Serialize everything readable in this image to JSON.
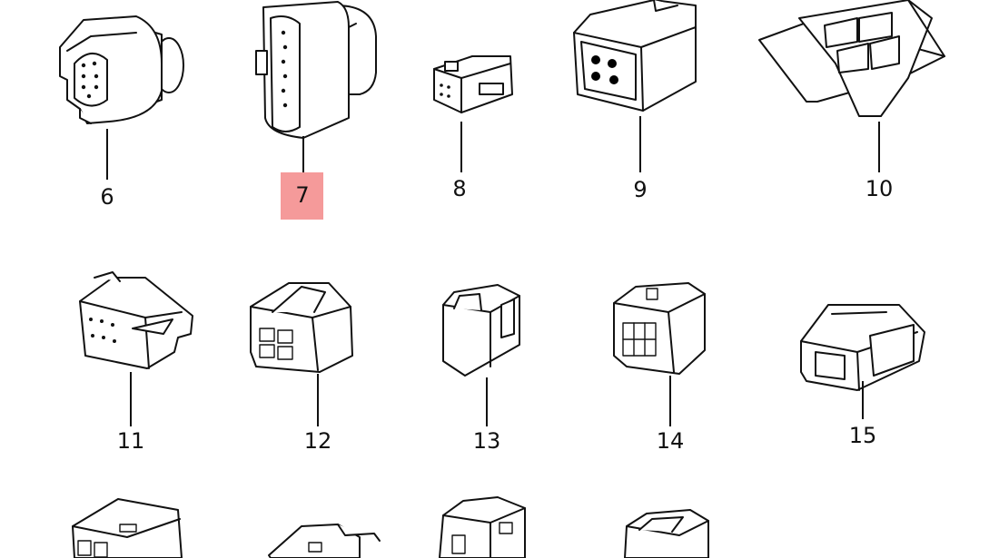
{
  "diagram": {
    "highlight_color": "#f59a9a",
    "highlighted_label": "7",
    "parts": [
      {
        "id": "6",
        "label": "6"
      },
      {
        "id": "7",
        "label": "7"
      },
      {
        "id": "8",
        "label": "8"
      },
      {
        "id": "9",
        "label": "9"
      },
      {
        "id": "10",
        "label": "10"
      },
      {
        "id": "11",
        "label": "11"
      },
      {
        "id": "12",
        "label": "12"
      },
      {
        "id": "13",
        "label": "13"
      },
      {
        "id": "14",
        "label": "14"
      },
      {
        "id": "15",
        "label": "15"
      }
    ]
  }
}
